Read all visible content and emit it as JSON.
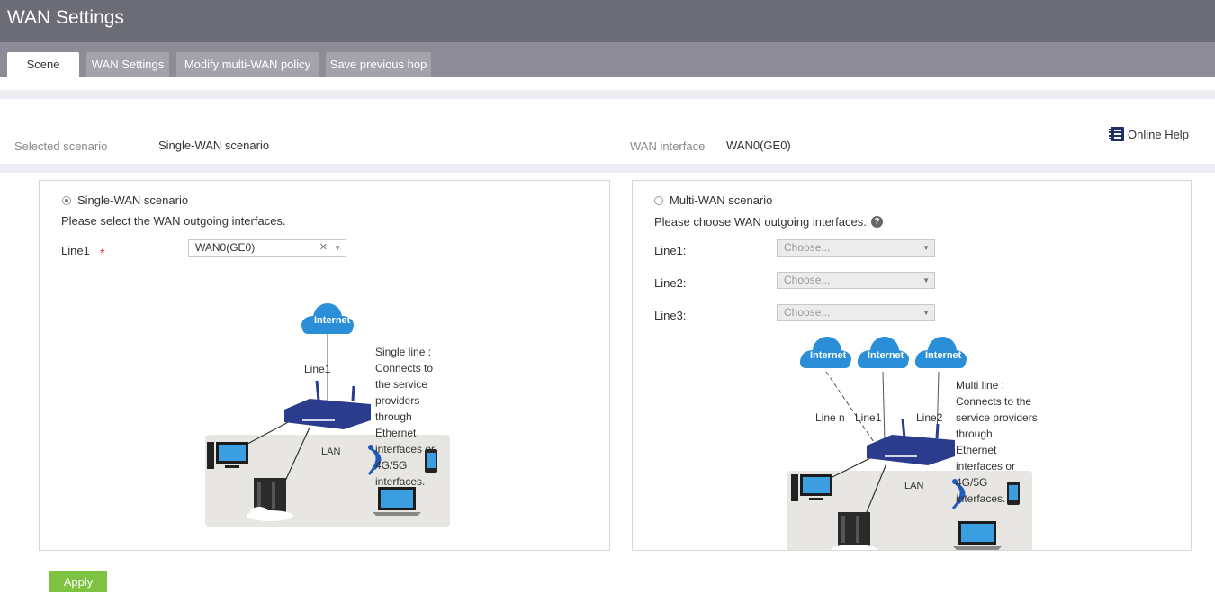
{
  "header": {
    "title": "WAN Settings"
  },
  "tabs": [
    {
      "label": "Scene",
      "active": true
    },
    {
      "label": "WAN Settings",
      "active": false
    },
    {
      "label": "Modify multi-WAN policy",
      "active": false
    },
    {
      "label": "Save previous hop",
      "active": false
    }
  ],
  "summary": {
    "selected_scenario_label": "Selected scenario",
    "selected_scenario_value": "Single-WAN scenario",
    "wan_interface_label": "WAN interface",
    "wan_interface_value": "WAN0(GE0)",
    "help_label": "Online Help"
  },
  "single_wan": {
    "radio_label": "Single-WAN scenario",
    "selected": true,
    "instruction": "Please select the WAN outgoing interfaces.",
    "line1_label": "Line1",
    "line1_value": "WAN0(GE0)",
    "diagram": {
      "internet": "Internet",
      "line": "Line1",
      "lan": "LAN",
      "description_lines": [
        "Single line :",
        "Connects to",
        "the service",
        "providers",
        "through",
        "Ethernet",
        "interfaces or",
        "4G/5G",
        "interfaces."
      ]
    }
  },
  "multi_wan": {
    "radio_label": "Multi-WAN scenario",
    "selected": false,
    "instruction": "Please choose WAN outgoing interfaces.",
    "lines": [
      {
        "label": "Line1:",
        "placeholder": "Choose..."
      },
      {
        "label": "Line2:",
        "placeholder": "Choose..."
      },
      {
        "label": "Line3:",
        "placeholder": "Choose..."
      }
    ],
    "diagram": {
      "internet": "Internet",
      "line_n": "Line n",
      "line1": "Line1",
      "line2": "Line2",
      "lan": "LAN",
      "description_lines": [
        "Multi line :",
        "Connects to the",
        "service providers",
        "through",
        "Ethernet",
        "interfaces or",
        "4G/5G",
        "interfaces."
      ]
    }
  },
  "actions": {
    "apply_label": "Apply"
  },
  "colors": {
    "title_bar": "#6b6c75",
    "tab_bar": "#8d8b95",
    "apply_button": "#7dc241",
    "cloud": "#2a8fd8",
    "device": "#2b3c8c"
  }
}
